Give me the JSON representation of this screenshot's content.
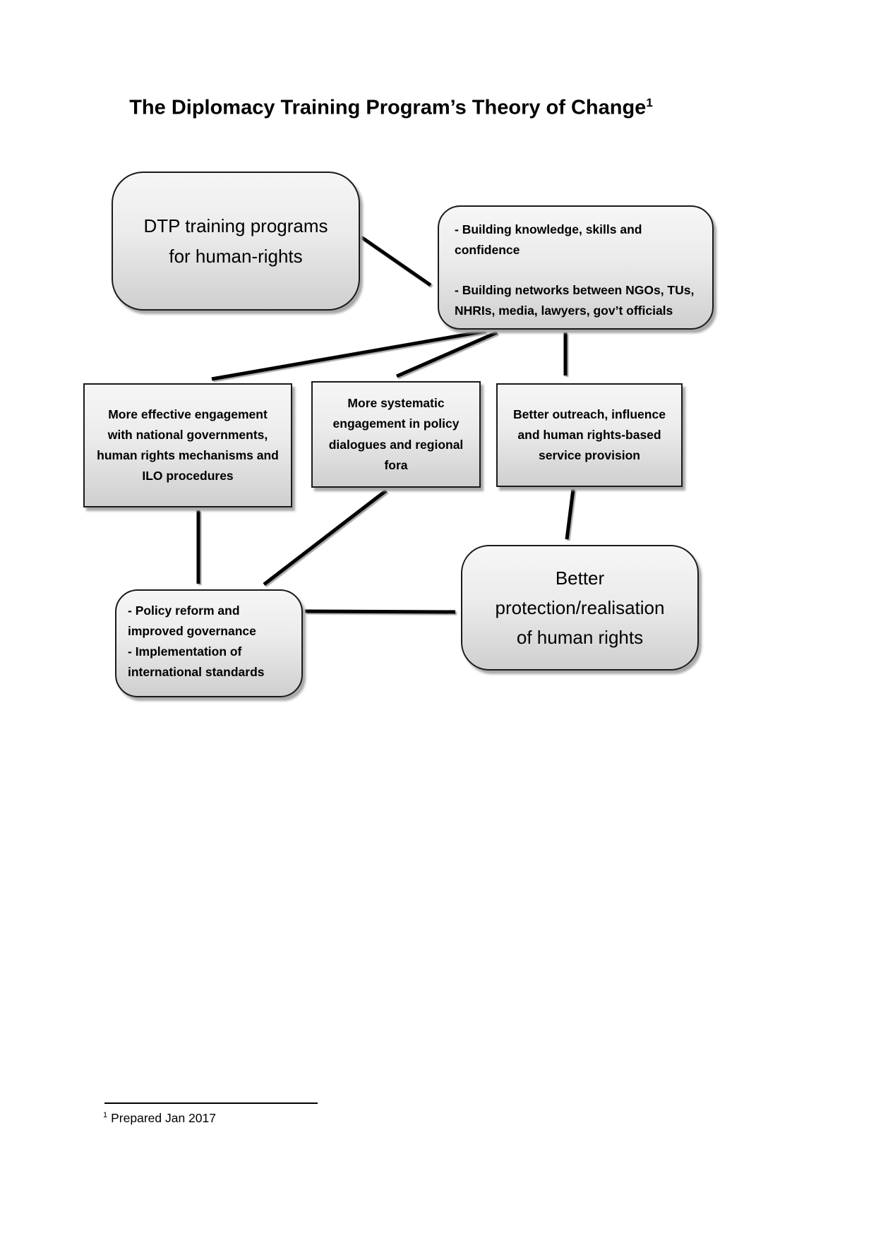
{
  "title": {
    "text": "The Diplomacy Training Program’s Theory of Change",
    "footnote_ref": "1"
  },
  "nodes": {
    "dtp_training": {
      "lines": [
        "DTP training programs",
        "for human-rights"
      ]
    },
    "building": {
      "p1": [
        "- Building knowledge, skills and",
        "confidence"
      ],
      "p2": [
        "- Building networks between NGOs, TUs,",
        "NHRIs, media, lawyers, gov’t officials"
      ]
    },
    "engagement": {
      "lines": [
        "More effective engagement",
        "with national governments,",
        "human rights mechanisms and",
        "ILO procedures"
      ]
    },
    "policy_dialogues": {
      "lines": [
        "More systematic",
        "engagement in policy",
        "dialogues and regional",
        "fora"
      ]
    },
    "outreach": {
      "lines": [
        "Better outreach, influence",
        "and human rights-based",
        "service provision"
      ]
    },
    "policy_reform": {
      "lines": [
        "- Policy reform and",
        "improved governance",
        "- Implementation of",
        "international standards"
      ]
    },
    "protection": {
      "lines": [
        "Better",
        "protection/realisation",
        "of human rights"
      ]
    }
  },
  "footnote": {
    "marker": "1",
    "text": "Prepared Jan 2017"
  },
  "colors": {
    "node_border": "#1a1a1a",
    "node_gradient_top": "#f6f6f6",
    "node_gradient_bottom": "#cfcfcf",
    "node_shadow": "#a9a9a9",
    "arrow": "#000000",
    "background": "#ffffff"
  }
}
